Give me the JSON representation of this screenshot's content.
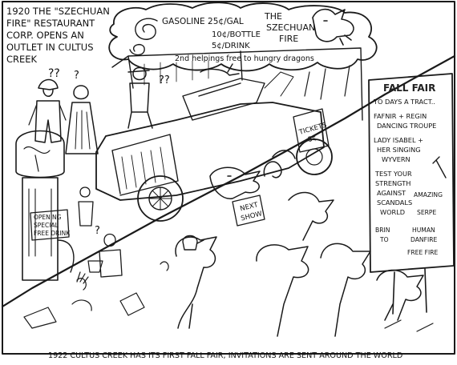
{
  "caption_1920": [
    "1920 THE \"SZECHUAN",
    "FIRE\" RESTAURANT",
    "CORP. OPENS AN",
    "OUTLET IN CULTUS",
    "CREEK"
  ],
  "banner": {
    "gasoline": "GASOLINE 25¢/GAL",
    "bottle": "10¢/BOTTLE",
    "drink": "5¢/DRINK",
    "brand": [
      "THE",
      "SZECHUAN",
      "FIRE"
    ],
    "tagline": "2nd helpings free to hungry dragons"
  },
  "question_marks": [
    "??",
    "?",
    "??",
    "?"
  ],
  "pump_sign": [
    "OPENING",
    "SPECIAL",
    "FREE DRINK"
  ],
  "tickets_sign": [
    "TICKETS",
    "5¢"
  ],
  "next_show_sign": [
    "NEXT",
    "SHOW"
  ],
  "fall_fair_sign": {
    "title": "FALL FAIR",
    "lines": [
      "TO DAYS A TRACT..",
      "FAFNIR + REGIN",
      "DANCING TROUPE",
      "LADY ISABEL +",
      "HER SINGING",
      "WYVERN",
      "TEST YOUR",
      "STRENGTH",
      "AGAINST",
      "SCANDALS",
      "WORLD",
      "AMAZING",
      "SERPE",
      "BRIN",
      "TO",
      "HUMAN",
      "DANFIRE",
      "FREE FIRE"
    ]
  },
  "bottom_caption": "1922 CULTUS CREEK HAS ITS FIRST FALL FAIR; INVITATIONS ARE SENT AROUND THE WORLD"
}
